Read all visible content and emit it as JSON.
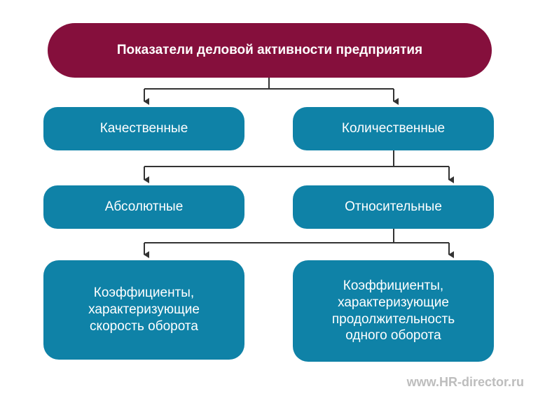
{
  "diagram": {
    "root": "Показатели деловой активности предприятия",
    "level1": {
      "left": "Качественные",
      "right": "Количественные"
    },
    "level2": {
      "left": "Абсолютные",
      "right": "Относительные"
    },
    "level3": {
      "left": [
        "Коэффициенты,",
        "характеризующие",
        "скорость оборота"
      ],
      "right": [
        "Коэффициенты,",
        "характеризующие",
        "продолжительность",
        "одного оборота"
      ]
    }
  },
  "watermark": "www.HR-director.ru",
  "colors": {
    "root_fill": "#850f3c",
    "node_fill": "#0f82a7",
    "text": "#ffffff",
    "connector": "#333333",
    "watermark": "#bdbdbd"
  }
}
